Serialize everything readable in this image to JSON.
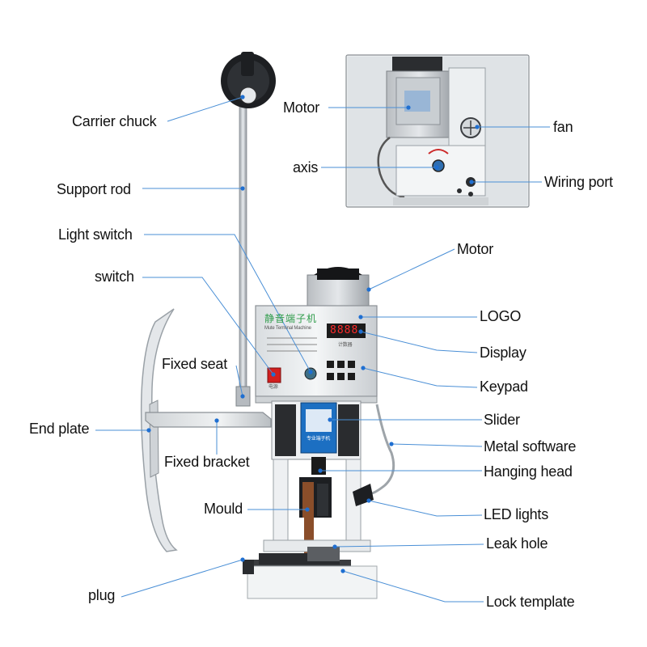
{
  "labels": {
    "carrier_chuck": "Carrier chuck",
    "support_rod": "Support rod",
    "light_switch": "Light switch",
    "switch": "switch",
    "fixed_seat": "Fixed seat",
    "end_plate": "End plate",
    "fixed_bracket": "Fixed bracket",
    "mould": "Mould",
    "plug": "plug",
    "motor_inset": "Motor",
    "axis": "axis",
    "fan": "fan",
    "wiring_port": "Wiring port",
    "motor": "Motor",
    "logo": "LOGO",
    "display": "Display",
    "keypad": "Keypad",
    "slider": "Slider",
    "metal_software": "Metal software",
    "hanging_head": "Hanging head",
    "led_lights": "LED lights",
    "leak_hole": "Leak hole",
    "lock_template": "Lock template"
  },
  "machine": {
    "panel_title": "静音端子机",
    "panel_subtitle": "Mute Terminal Machine",
    "display_value": "8888",
    "display_caption": "计数器",
    "switch_caption": "电源",
    "slider_label": "专业端子机"
  },
  "colors": {
    "leader_line": "#4a8fd6",
    "dot": "#1f6fd1",
    "display_digits": "#ff2a2a",
    "switch_red": "#d21f1f",
    "panel_title": "#2e9c4a",
    "slider_blue": "#1c6fc2",
    "mould_copper": "#8a4e2a"
  }
}
